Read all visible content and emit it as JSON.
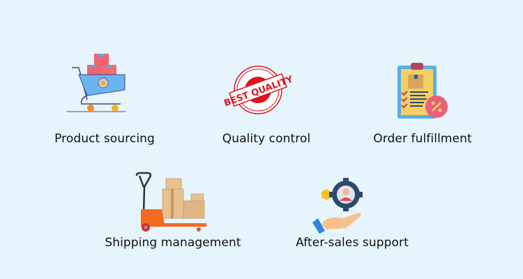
{
  "background_color": "#e6f4fc",
  "items": [
    {
      "label": "Product sourcing",
      "icon": "shopping-cart-icon"
    },
    {
      "label": "Quality control",
      "icon": "best-quality-stamp-icon",
      "stamp_text": "BEST QUALITY"
    },
    {
      "label": "Order fulfillment",
      "icon": "clipboard-order-icon"
    },
    {
      "label": "Shipping management",
      "icon": "pallet-jack-boxes-icon"
    },
    {
      "label": "After-sales support",
      "icon": "hand-gear-support-icon"
    }
  ]
}
